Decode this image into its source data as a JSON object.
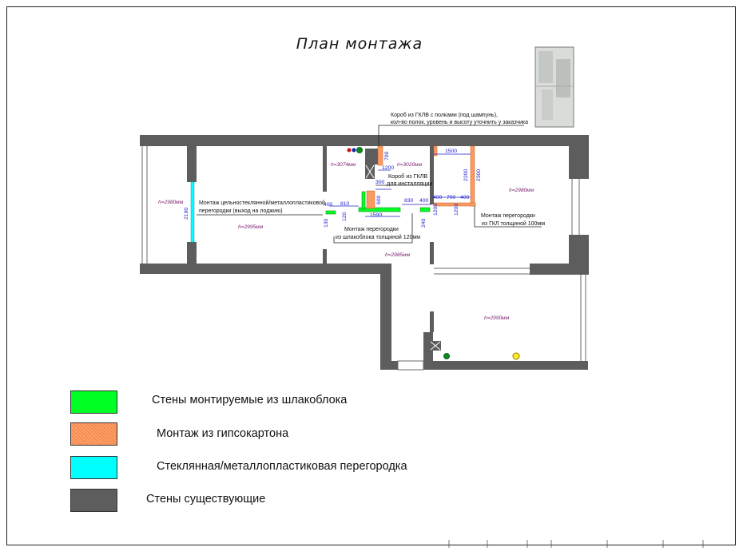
{
  "title": "План монтажа",
  "colors": {
    "block": "#00ff22",
    "drywall": "#ff9e66",
    "glass": "#00ffff",
    "existing": "#5d5d5d",
    "dimension": "#2222cc",
    "height_label": "#7a1a6e"
  },
  "annotations": {
    "box_shelves_line1": "Короб из ГКЛВ с полками (под шампунь),",
    "box_shelves_line2": "кол-во полок, уровень и высоту уточнить у заказчика",
    "box_install_line1": "Короб из ГКЛВ",
    "box_install_line2": "для инсталляции",
    "glass_partition_line1": "Монтаж цельностеклянной/металлопластиковой",
    "glass_partition_line2": "перегородки (выход на лоджию)",
    "block_partition_line1": "Монтаж перегородки",
    "block_partition_line2": "из шлакоблока толщиной 120мм",
    "drywall_partition_line1": "Монтаж перегородки",
    "drywall_partition_line2": "из ГКЛ  толщиной 100мм"
  },
  "heights": {
    "loggia": "h=2980мм",
    "bath": "h=3074мм",
    "wc": "h=3020мм",
    "bedroom": "h=2980мм",
    "living": "h=2995мм",
    "hall": "h=2985мм",
    "kitchen": "h=2990мм"
  },
  "dimensions": {
    "d_700": "700",
    "d_1200": "1200",
    "d_300": "300",
    "d_600": "600",
    "d_400a": "400",
    "d_810": "810",
    "d_1590": "1590",
    "d_130": "130",
    "d_120": "120",
    "d_830": "830",
    "d_400b": "400",
    "d_240": "240",
    "d_1500": "1500",
    "d_2200": "2200",
    "d_2300": "2300",
    "d_400c": "400",
    "d_700b": "700",
    "d_400d": "400",
    "d_1200b": "1200",
    "d_1200c": "1200",
    "d_2190": "2190"
  },
  "legend": [
    {
      "label": "Стены монтируемые из шлакоблока",
      "color": "#00ff22"
    },
    {
      "label": "Монтаж из гипсокартона",
      "color": "#ff9e66"
    },
    {
      "label": "Стеклянная/металлопластиковая перегородка",
      "color": "#00ffff"
    },
    {
      "label": "Стены существующие",
      "color": "#5d5d5d"
    }
  ]
}
